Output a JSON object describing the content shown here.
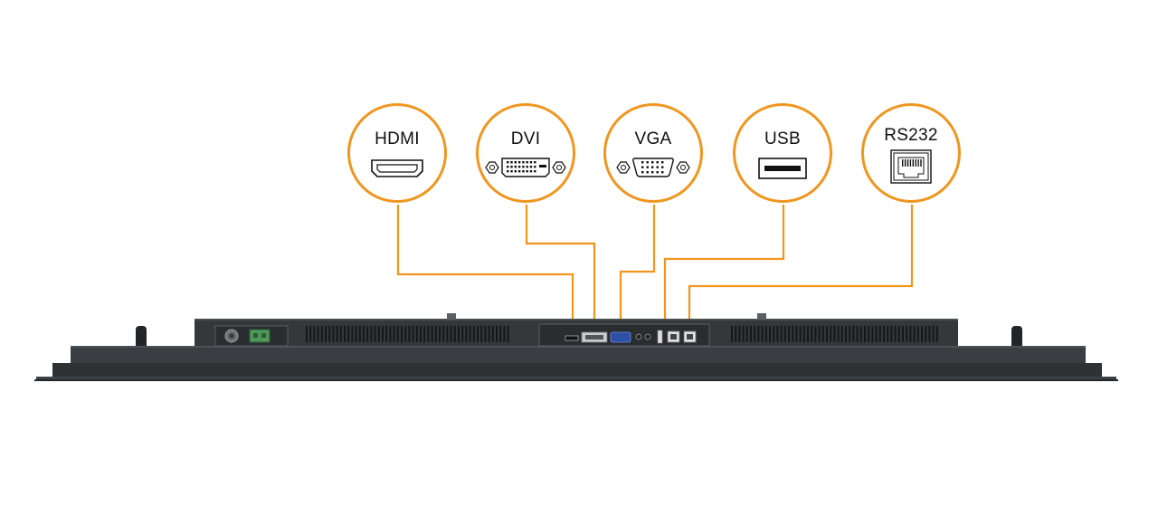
{
  "colors": {
    "callout": "#f0961f",
    "chassis_dark": "#2e3235",
    "chassis_mid": "#3c4145",
    "panel": "#34383b"
  },
  "connectors": [
    {
      "label": "HDMI",
      "icon": "hdmi-port-icon"
    },
    {
      "label": "DVI",
      "icon": "dvi-port-icon"
    },
    {
      "label": "VGA",
      "icon": "vga-port-icon"
    },
    {
      "label": "USB",
      "icon": "usb-port-icon"
    },
    {
      "label": "RS232",
      "icon": "rs232-port-icon"
    }
  ]
}
